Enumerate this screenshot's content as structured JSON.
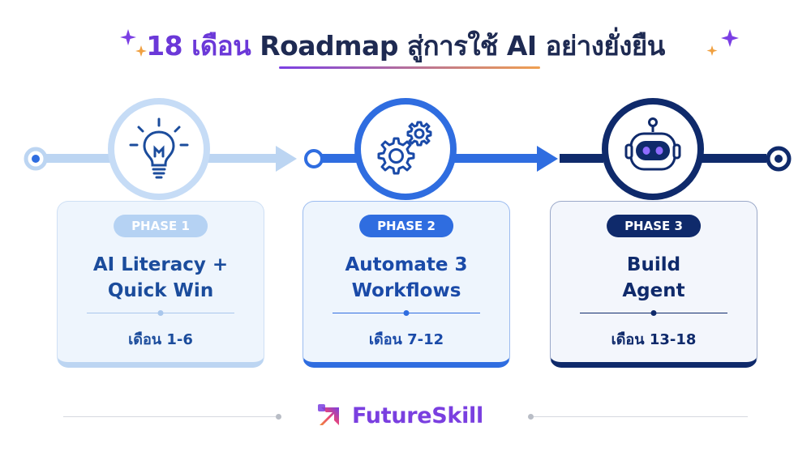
{
  "title": {
    "accent": "18 เดือน",
    "main": "Roadmap สู่การใช้ AI อย่างยั่งยืน"
  },
  "phases": [
    {
      "badge": "PHASE 1",
      "title_line1": "AI Literacy +",
      "title_line2": "Quick Win",
      "range": "เดือน 1-6",
      "icon": "lightbulb-icon",
      "color": "#bcd5f2"
    },
    {
      "badge": "PHASE 2",
      "title_line1": "Automate 3",
      "title_line2": "Workflows",
      "range": "เดือน 7-12",
      "icon": "gears-icon",
      "color": "#2f6de0"
    },
    {
      "badge": "PHASE 3",
      "title_line1": "Build",
      "title_line2": "Agent",
      "range": "เดือน 13-18",
      "icon": "robot-icon",
      "color": "#0f2a6b"
    }
  ],
  "brand": {
    "name": "FutureSkill",
    "accent_color": "#7a3fe0"
  }
}
